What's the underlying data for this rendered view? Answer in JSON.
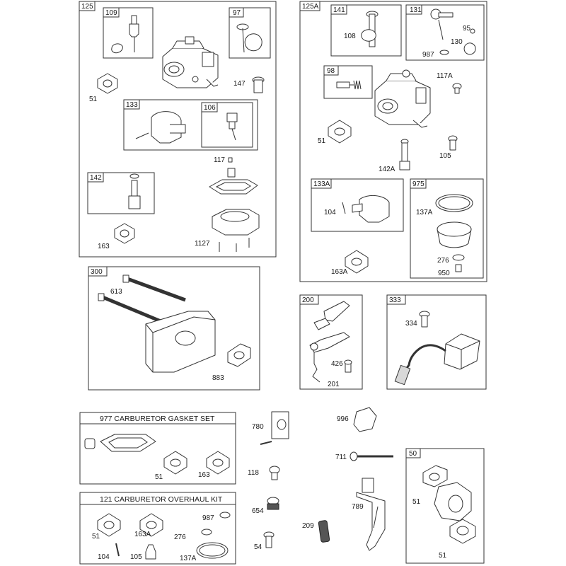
{
  "boxes": {
    "b125": "125",
    "b109": "109",
    "b97": "97",
    "b133": "133",
    "b106": "106",
    "b142": "142",
    "b125A": "125A",
    "b141": "141",
    "b131": "131",
    "b98": "98",
    "b133A": "133A",
    "b975": "975",
    "b300": "300",
    "b200": "200",
    "b333": "333",
    "b50": "50"
  },
  "kits": {
    "gasket_set": "977 CARBURETOR GASKET SET",
    "overhaul_kit": "121 CARBURETOR OVERHAUL KIT"
  },
  "parts": {
    "p51a": "51",
    "p147": "147",
    "p117": "117",
    "p163a": "163",
    "p1127": "1127",
    "p108": "108",
    "p95": "95",
    "p130": "130",
    "p987a": "987",
    "p117A": "117A",
    "p51b": "51",
    "p105a": "105",
    "p142A": "142A",
    "p104a": "104",
    "p137Aa": "137A",
    "p276a": "276",
    "p950": "950",
    "p163Aa": "163A",
    "p613": "613",
    "p883": "883",
    "p426": "426",
    "p201": "201",
    "p334": "334",
    "p51c": "51",
    "p163b": "163",
    "p780": "780",
    "p996": "996",
    "p711": "711",
    "p118": "118",
    "p654": "654",
    "p789": "789",
    "p209": "209",
    "p54": "54",
    "p51d": "51",
    "p51e": "51",
    "p987b": "987",
    "p51f": "51",
    "p163Ab": "163A",
    "p276b": "276",
    "p104b": "104",
    "p105b": "105",
    "p137Ab": "137A"
  }
}
